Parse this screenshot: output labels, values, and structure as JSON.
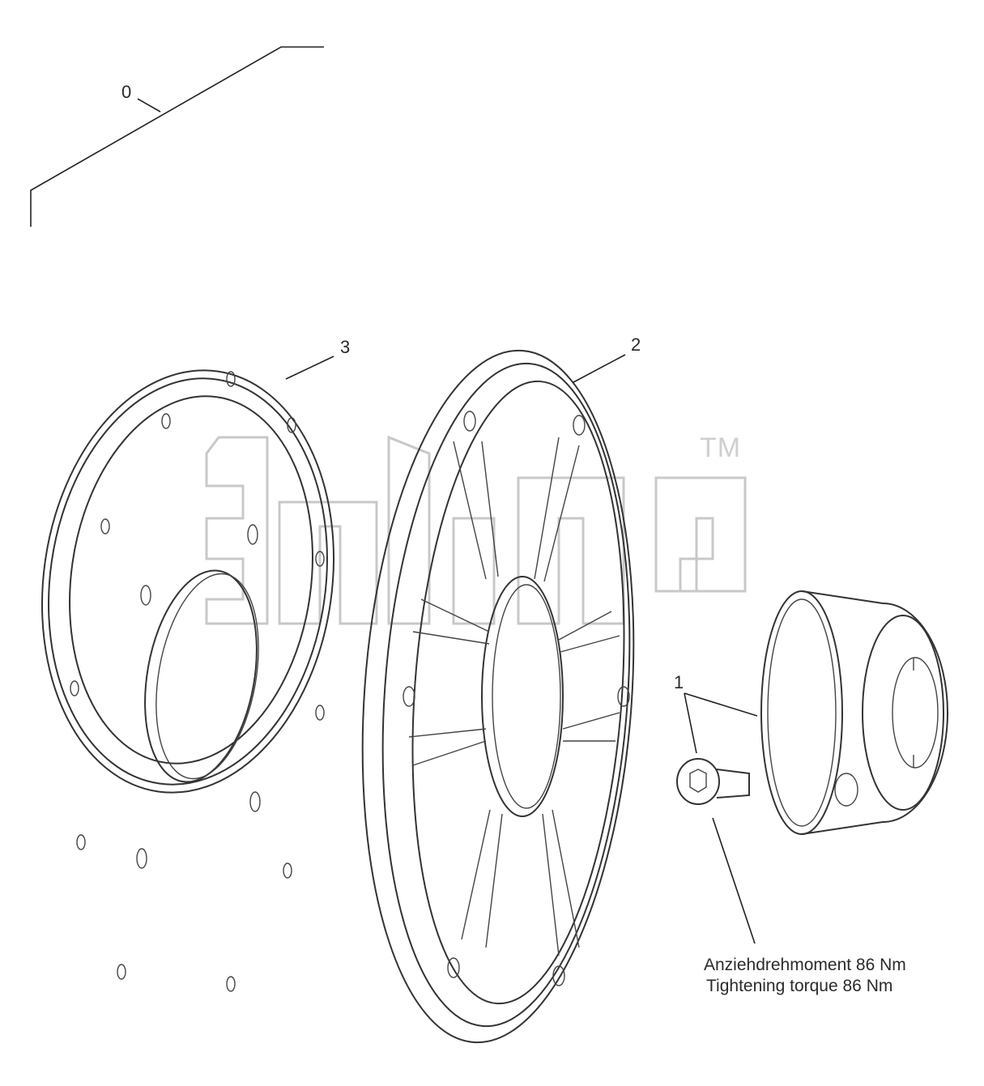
{
  "callouts": {
    "item_0": "0",
    "item_1": "1",
    "item_2": "2",
    "item_3": "3"
  },
  "watermark": {
    "tm": "TM"
  },
  "torque_note": {
    "german": "Anziehdrehmoment 86 Nm",
    "english": "Tightening torque 86 Nm"
  },
  "colors": {
    "line": "#333333",
    "watermark": "#c8c8c8",
    "background": "#ffffff"
  }
}
